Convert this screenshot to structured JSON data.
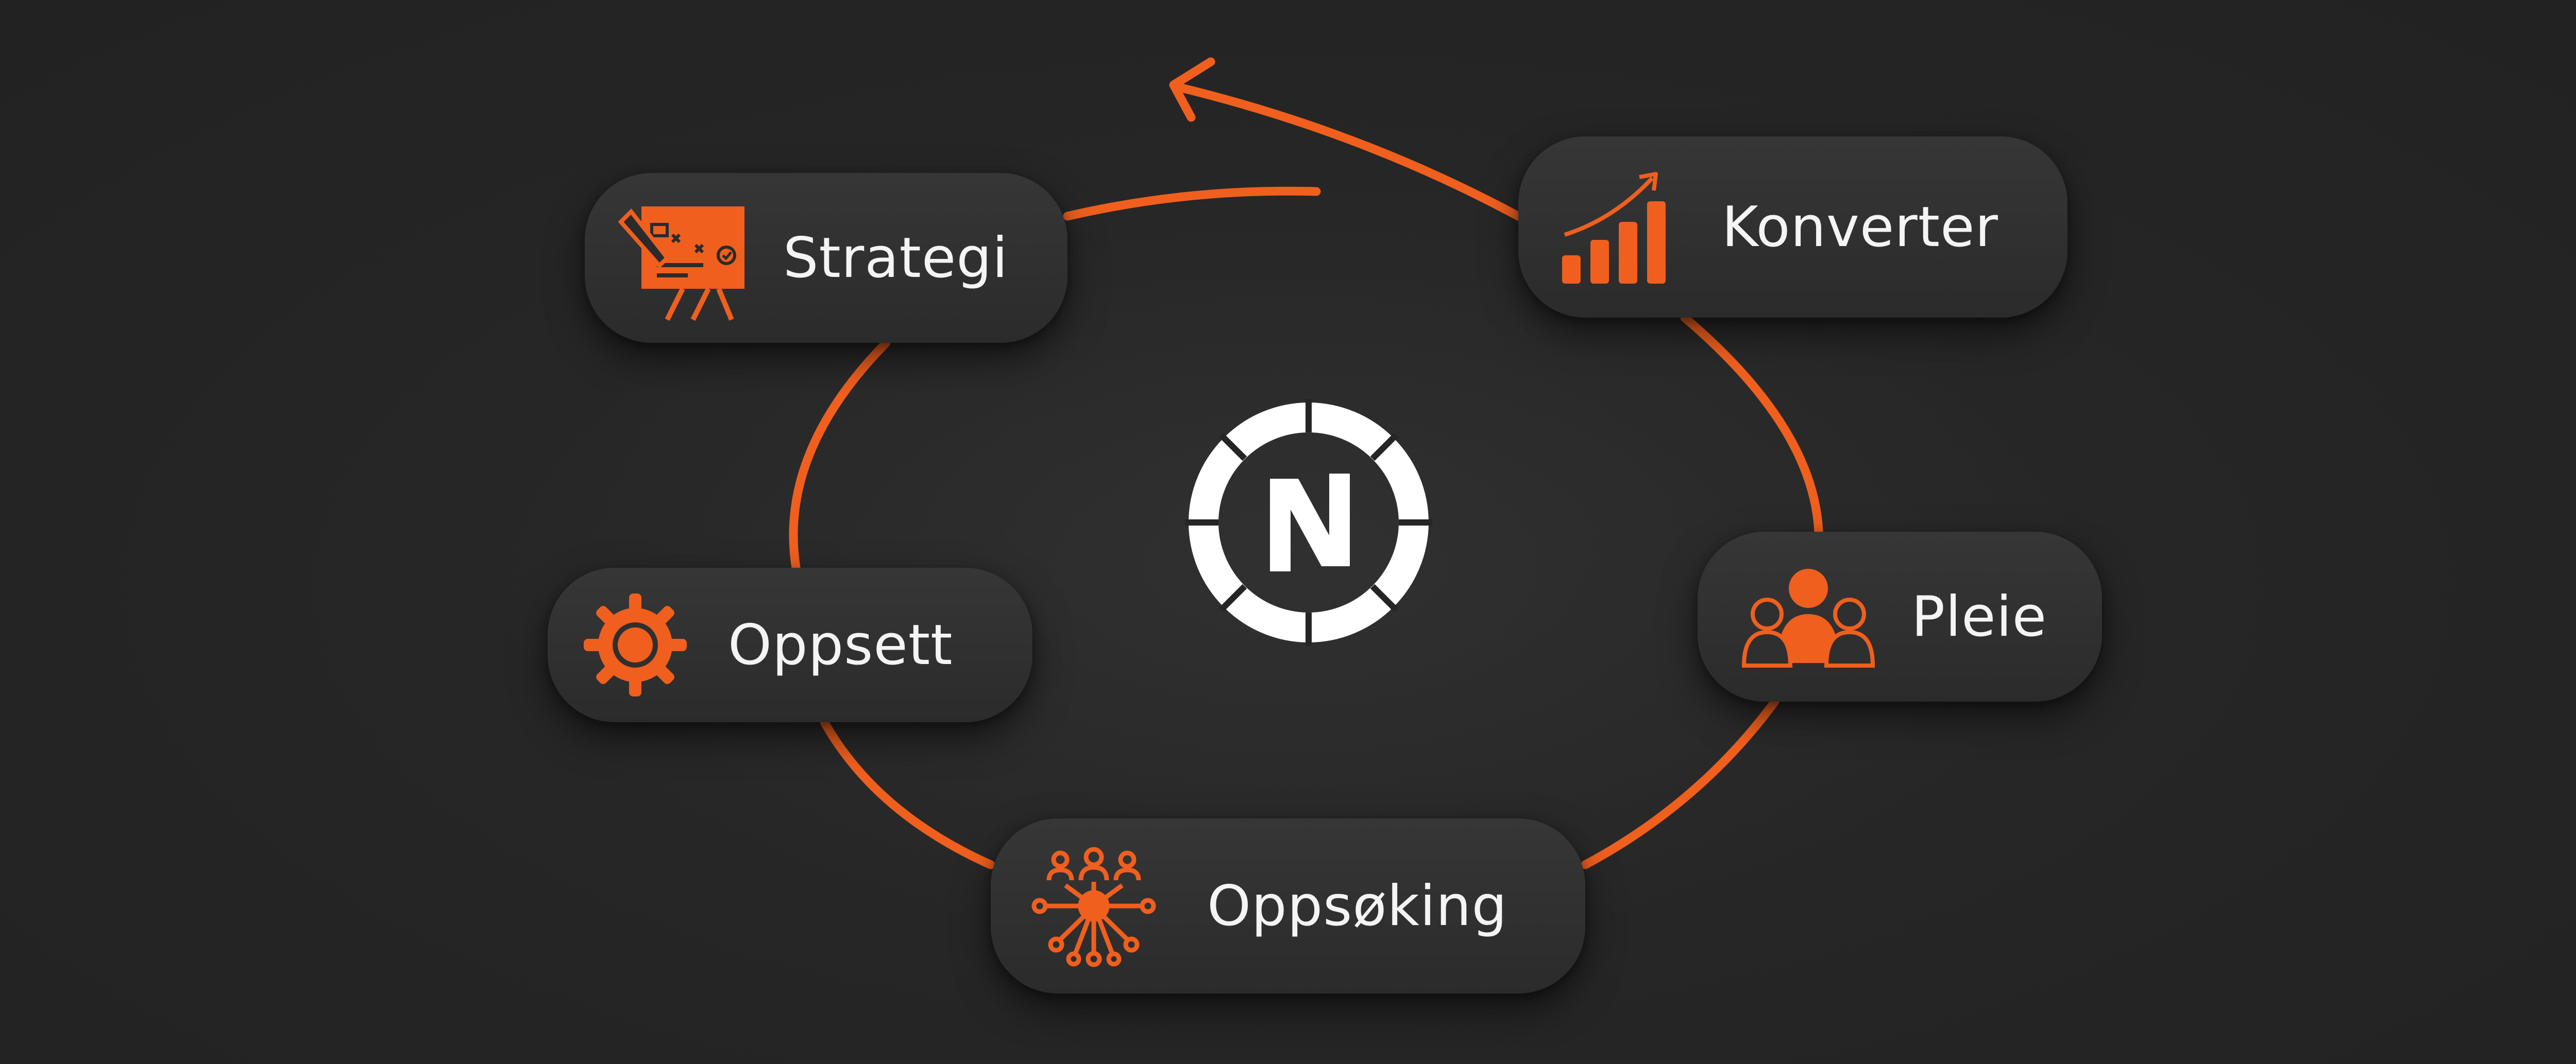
{
  "colors": {
    "accent": "#f05f1e",
    "background": "#252525",
    "card": "#2f2f2f",
    "text": "#f4f4f4",
    "logo": "#ffffff"
  },
  "steps": [
    {
      "id": "strategi",
      "label": "Strategi",
      "icon": "presentation-board-icon"
    },
    {
      "id": "konverter",
      "label": "Konverter",
      "icon": "growth-chart-icon"
    },
    {
      "id": "pleie",
      "label": "Pleie",
      "icon": "team-people-icon"
    },
    {
      "id": "oppsoking",
      "label": "Oppsøking",
      "icon": "network-people-icon"
    },
    {
      "id": "oppsett",
      "label": "Oppsett",
      "icon": "gear-icon"
    }
  ],
  "center": {
    "icon": "brand-logo-n"
  },
  "cycle_arrow": {
    "icon": "cycle-arrow",
    "direction": "counter-clockwise"
  }
}
